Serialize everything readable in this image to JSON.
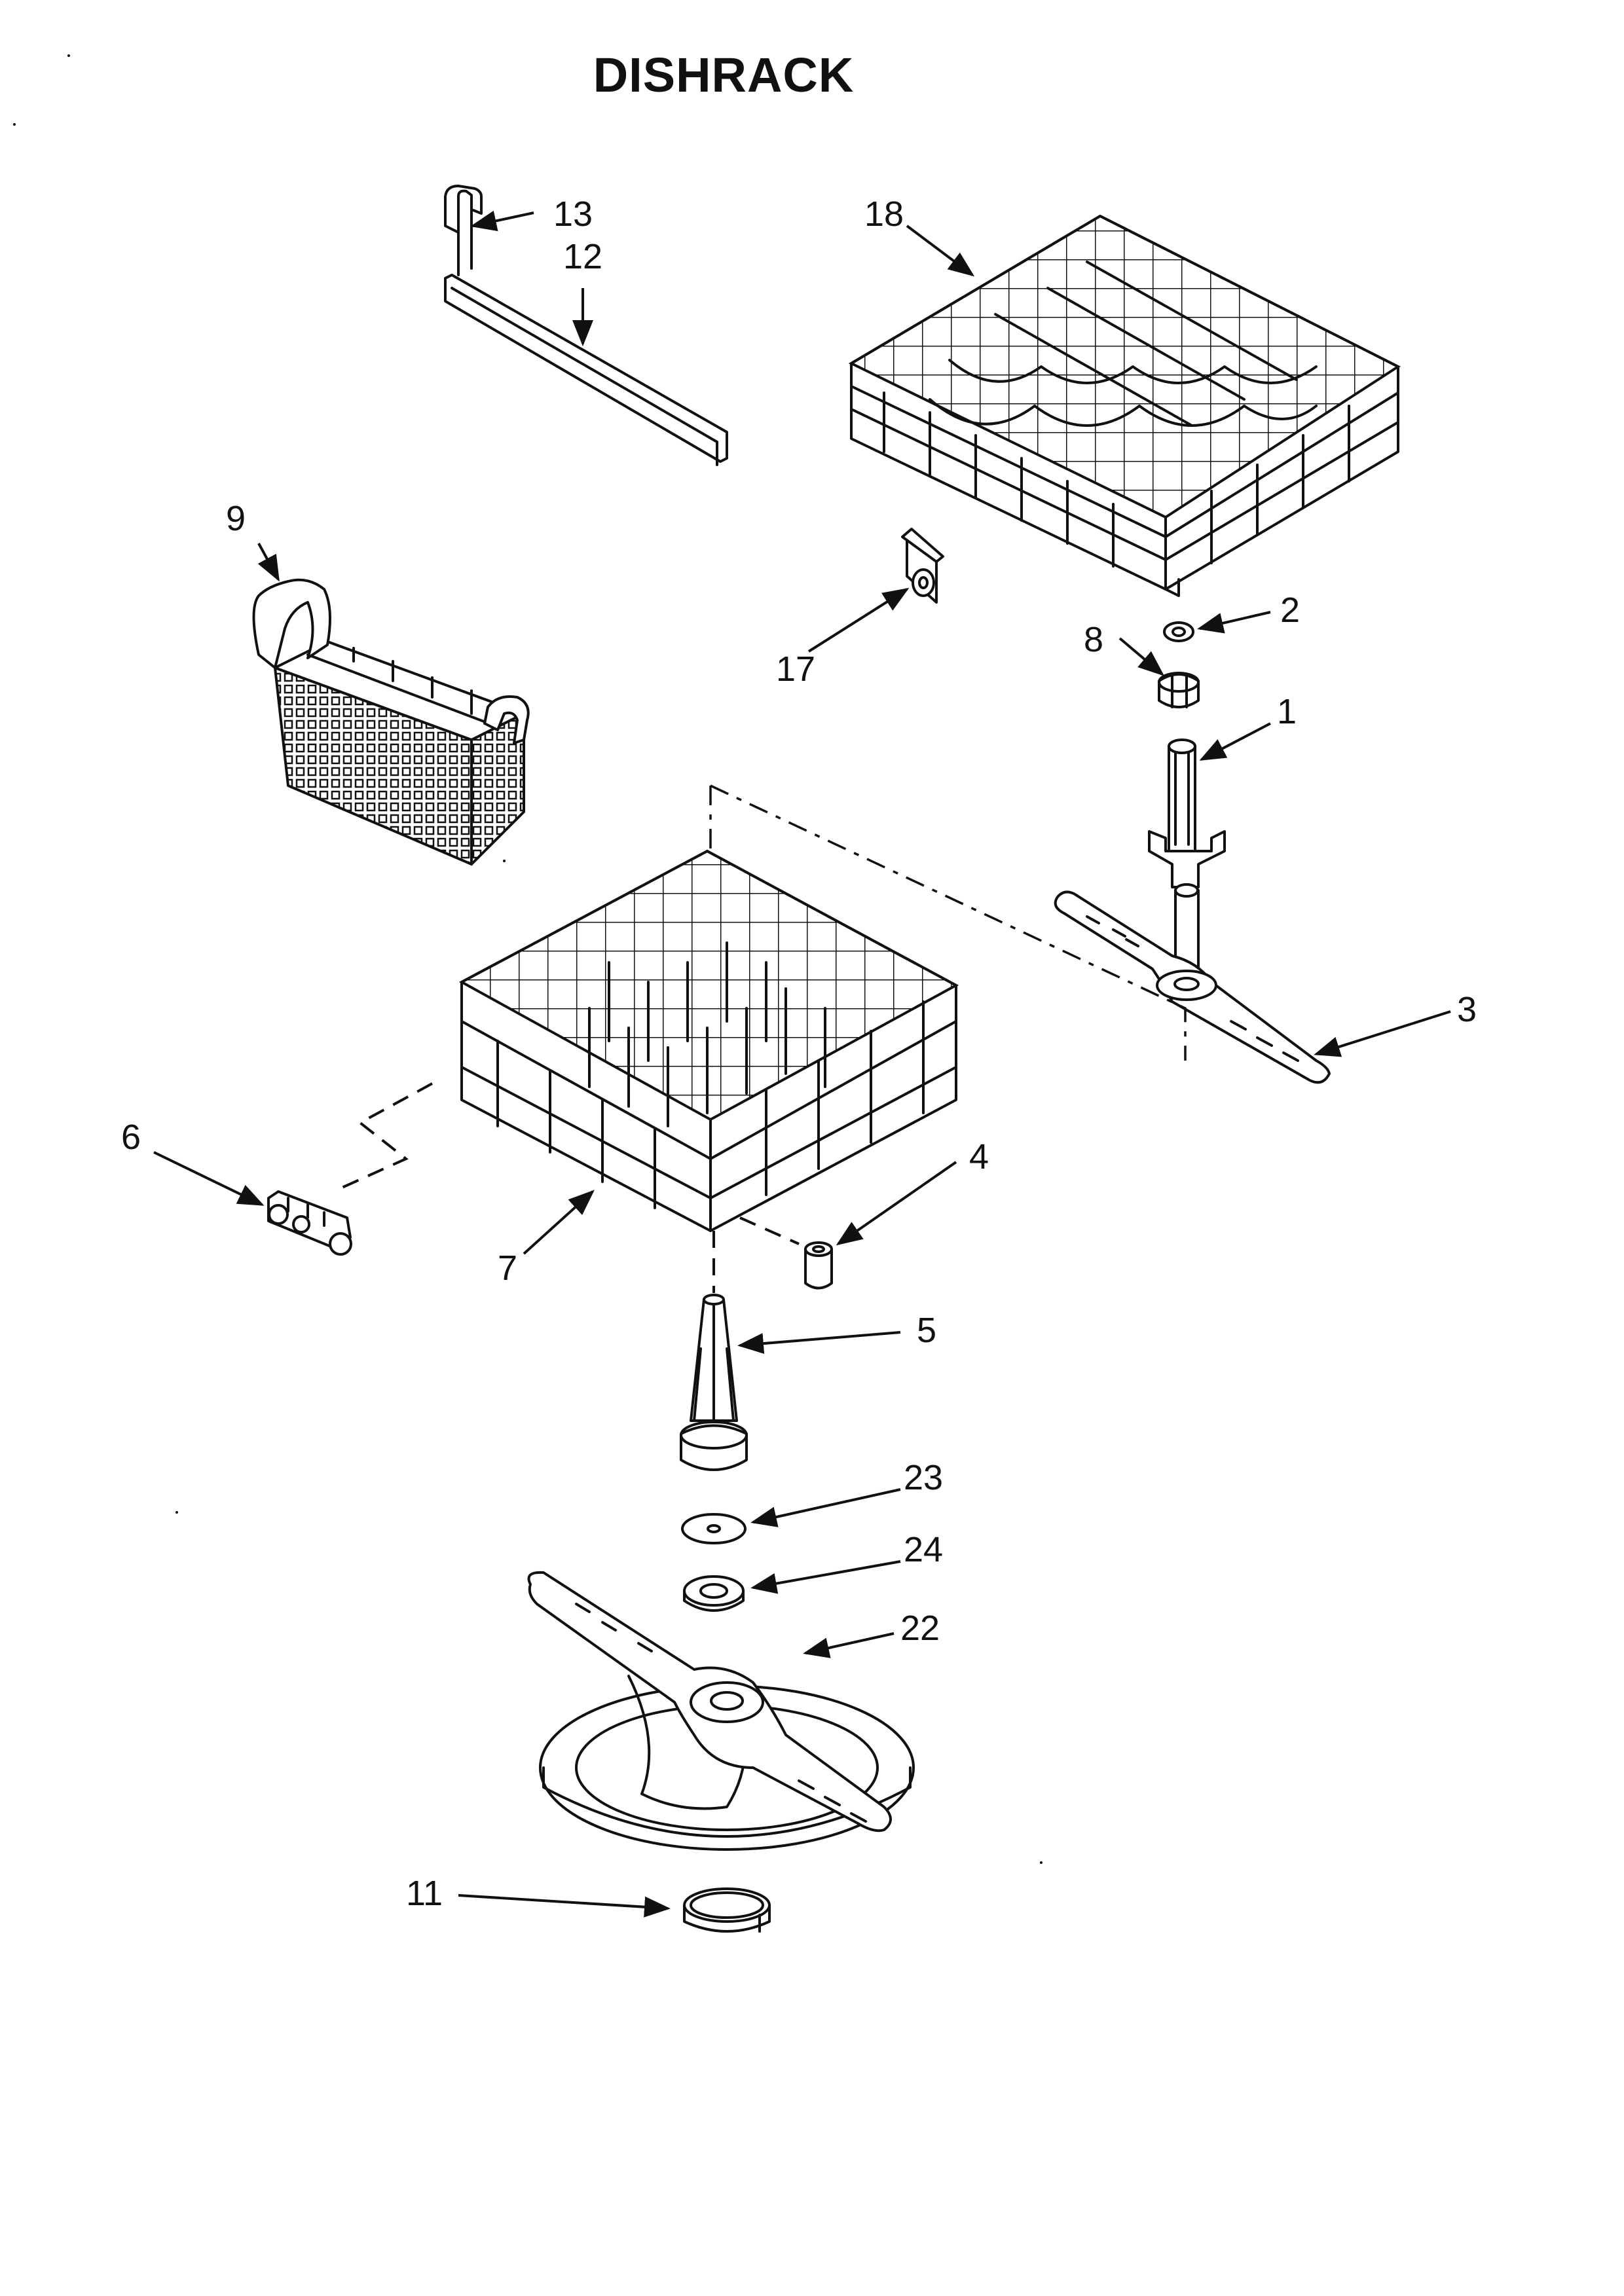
{
  "title": "DISHRACK",
  "callouts": {
    "c1": "1",
    "c2": "2",
    "c3": "3",
    "c4": "4",
    "c5": "5",
    "c6": "6",
    "c7": "7",
    "c8": "8",
    "c9": "9",
    "c11": "11",
    "c12": "12",
    "c13": "13",
    "c17": "17",
    "c18": "18",
    "c22": "22",
    "c23": "23",
    "c24": "24"
  }
}
